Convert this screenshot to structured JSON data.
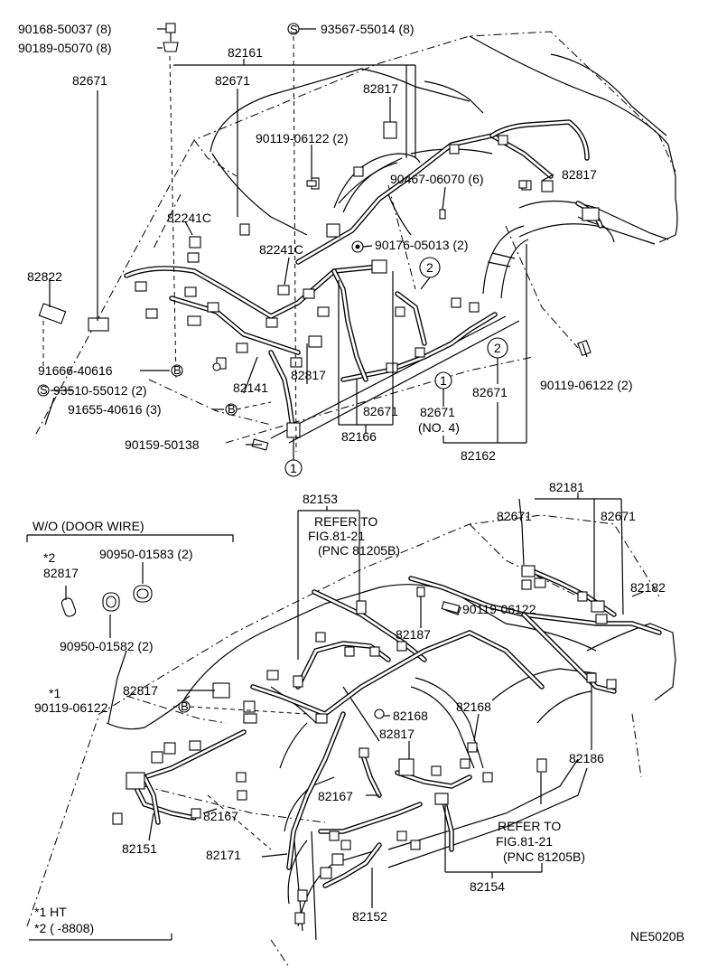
{
  "diagram_code": "NE5020B",
  "fasteners_top": {
    "bolt": "90168-50037 (8)",
    "grommet": "90189-05070 (8)",
    "screw_s": "93567-55014 (8)",
    "sym_s": "S"
  },
  "upper_labels": {
    "l82161": "82161",
    "l82671a": "82671",
    "l82671b": "82671",
    "l82817a": "82817",
    "l90119a": "90119-06122 (2)",
    "l82817b": "82817",
    "l90467": "90467-06070 (6)",
    "l82241c_a": "82241C",
    "l82241c_b": "82241C",
    "l90176": "90176-05013 (2)",
    "l82822": "82822",
    "l91666": "91666-40616",
    "l93510": "93510-55012 (2)",
    "l82141": "82141",
    "l82817c": "82817",
    "l91655": "91655-40616 (3)",
    "l90159": "90159-50138",
    "l82671c": "82671",
    "l82166": "82166",
    "l82671d": "82671",
    "l82671e": "82671",
    "l_no4": "(NO. 4)",
    "l82162": "82162",
    "l90119b": "90119-06122 (2)",
    "sym_b": "B",
    "sym_s": "S",
    "circ1": "1",
    "circ2": "2"
  },
  "door_wire": {
    "title": "W/O  (DOOR WIRE)",
    "star2": "*2",
    "l82817": "82817",
    "l90950a": "90950-01583 (2)",
    "l90950b": "90950-01582 (2)"
  },
  "lower_labels": {
    "l82153": "82153",
    "refer1_a": "REFER TO",
    "refer1_b": "FIG.81-21",
    "refer1_c": "(PNC 81205B)",
    "l82181": "82181",
    "l82671a": "82671",
    "l82671b": "82671",
    "l82182": "82182",
    "l90119": "90119-06122",
    "l82187": "82187",
    "star1": "*1",
    "l82817a": "82817",
    "l90119b": "90119-06122",
    "sym_b": "B",
    "l82168a": "82168",
    "l82168b": "82168",
    "l82817b": "82817",
    "l82186": "82186",
    "l82167a": "82167",
    "l82151": "82151",
    "l82167b": "82167",
    "l82171": "82171",
    "refer2_a": "REFER TO",
    "refer2_b": "FIG.81-21",
    "refer2_c": "(PNC 81205B)",
    "l82154": "82154",
    "l82152": "82152"
  },
  "footnotes": {
    "n1": "*1  HT",
    "n2": "*2  (      -8808)"
  }
}
